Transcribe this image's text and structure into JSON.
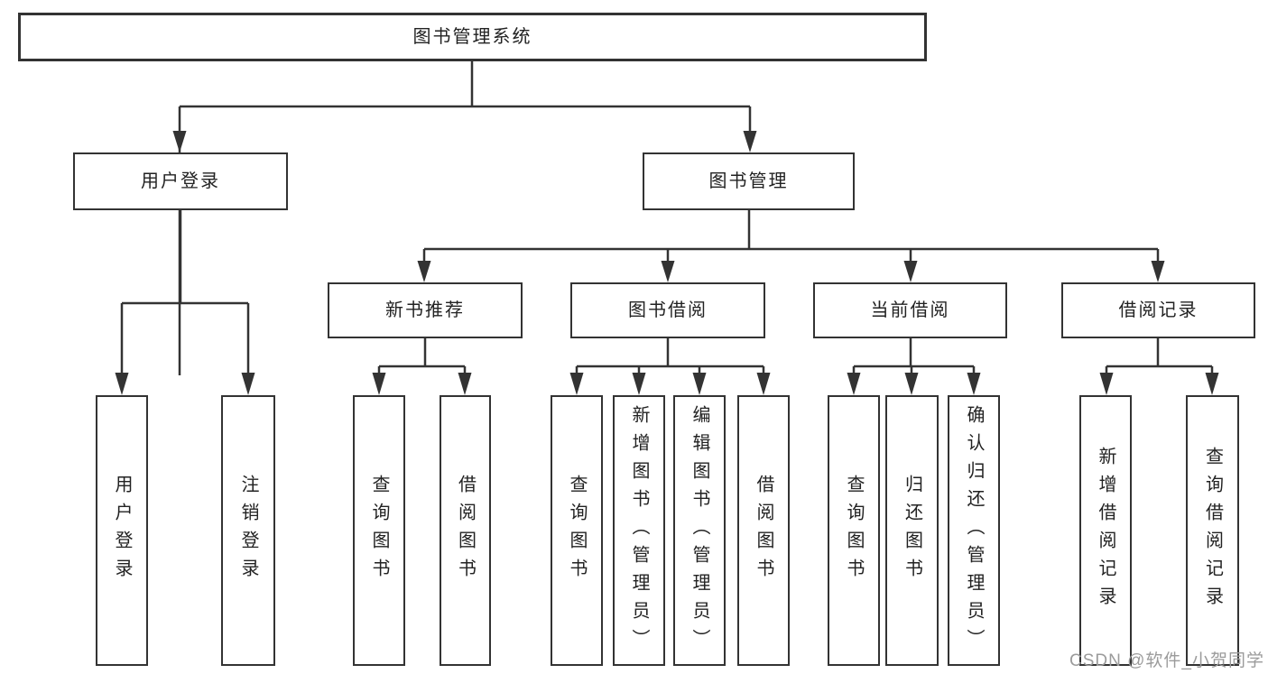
{
  "diagram": {
    "tree": {
      "root": {
        "label": "图书管理系统",
        "children": [
          {
            "label": "用户登录",
            "children": [
              {
                "label": "用户登录"
              },
              {
                "label": "注销登录"
              }
            ]
          },
          {
            "label": "图书管理",
            "children": [
              {
                "label": "新书推荐",
                "children": [
                  {
                    "label": "查询图书"
                  },
                  {
                    "label": "借阅图书"
                  }
                ]
              },
              {
                "label": "图书借阅",
                "children": [
                  {
                    "label": "查询图书"
                  },
                  {
                    "label": "新增图书（管理员）"
                  },
                  {
                    "label": "编辑图书（管理员）"
                  },
                  {
                    "label": "借阅图书"
                  }
                ]
              },
              {
                "label": "当前借阅",
                "children": [
                  {
                    "label": "查询图书"
                  },
                  {
                    "label": "归还图书"
                  },
                  {
                    "label": "确认归还（管理员）"
                  }
                ]
              },
              {
                "label": "借阅记录",
                "children": [
                  {
                    "label": "新增借阅记录"
                  },
                  {
                    "label": "查询借阅记录"
                  }
                ]
              }
            ]
          }
        ]
      }
    },
    "watermark": "CSDN @软件_小贺同学",
    "colors": {
      "line": "#333333",
      "text": "#222222",
      "watermark": "#9b9b9b",
      "background": "#ffffff"
    }
  }
}
